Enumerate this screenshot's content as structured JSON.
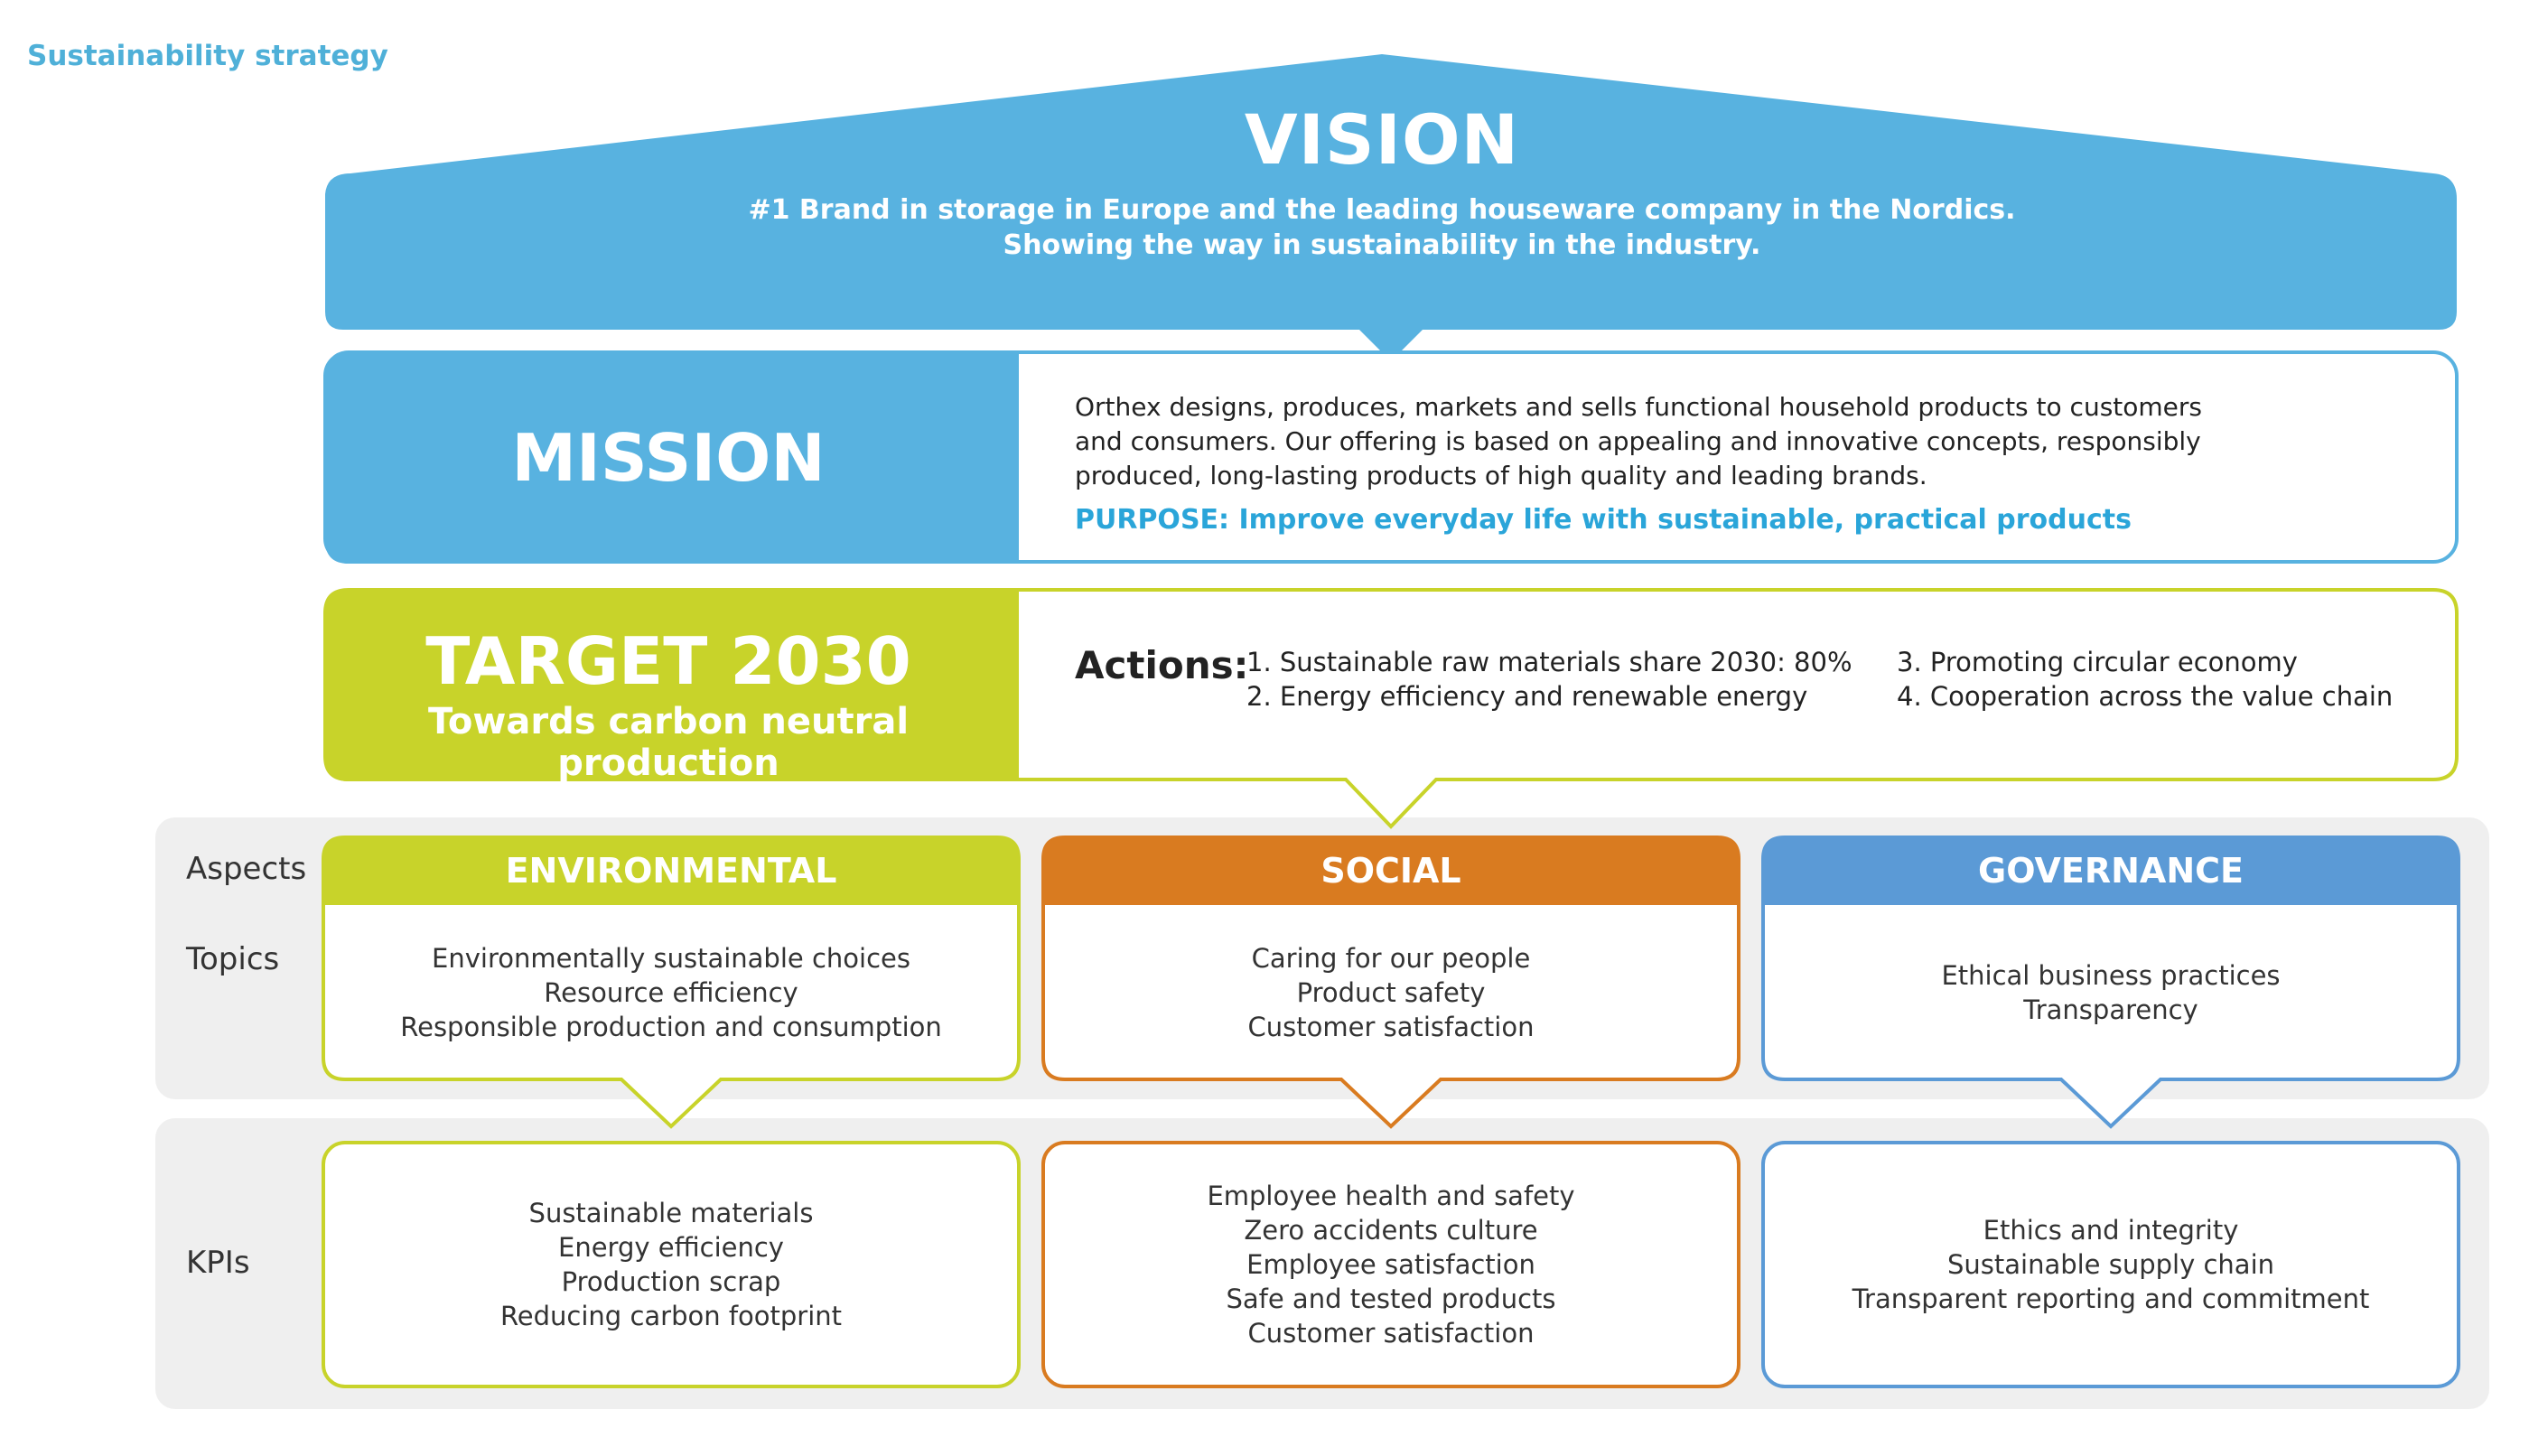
{
  "page_title": "Sustainability strategy",
  "vision": {
    "title": "VISION",
    "lines": [
      "#1 Brand in storage in Europe and the leading houseware company in the Nordics.",
      "Showing the way in sustainability in the industry."
    ]
  },
  "mission": {
    "title": "MISSION",
    "text": "Orthex designs, produces, markets and sells functional household products to customers and consumers. Our offering is based on appealing and innovative concepts, responsibly produced, long-lasting products of high quality and leading brands.",
    "purpose": "PURPOSE: Improve everyday life with sustainable, practical products"
  },
  "target": {
    "title": "TARGET 2030",
    "subtitle": "Towards carbon neutral production",
    "actions_label": "Actions:",
    "actions": [
      "1. Sustainable raw materials share 2030: 80%",
      "2. Energy efficiency and renewable energy",
      "3. Promoting circular economy",
      "4. Cooperation across the value chain"
    ]
  },
  "row_labels": {
    "aspects": "Aspects",
    "topics": "Topics",
    "kpis": "KPIs"
  },
  "columns": [
    {
      "name": "ENVIRONMENTAL",
      "color": "#c8d32a",
      "topics": [
        "Environmentally sustainable choices",
        "Resource efficiency",
        "Responsible production and consumption"
      ],
      "kpis": [
        "Sustainable materials",
        "Energy efficiency",
        "Production scrap",
        "Reducing carbon footprint"
      ]
    },
    {
      "name": "SOCIAL",
      "color": "#d97b20",
      "topics": [
        "Caring for our people",
        "Product safety",
        "Customer satisfaction"
      ],
      "kpis": [
        "Employee health and safety",
        "Zero accidents culture",
        "Employee satisfaction",
        "Safe and tested products",
        "Customer satisfaction"
      ]
    },
    {
      "name": "GOVERNANCE",
      "color": "#5b9ad6",
      "topics": [
        "Ethical business practices",
        "Transparency"
      ],
      "kpis": [
        "Ethics and integrity",
        "Sustainable supply chain",
        "Transparent reporting and commitment"
      ]
    }
  ],
  "colors": {
    "blue": "#58b2e0",
    "lime": "#c8d32a",
    "orange": "#d97b20",
    "governance": "#5b9ad6",
    "panel": "#efefef"
  }
}
